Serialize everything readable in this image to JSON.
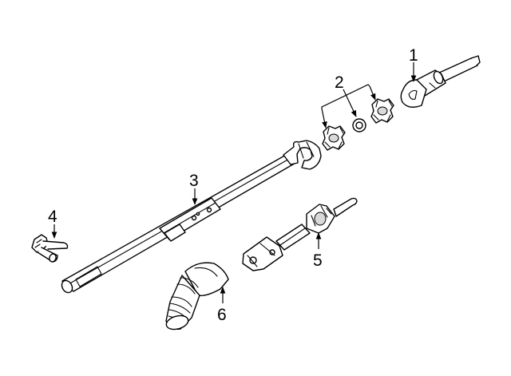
{
  "diagram": {
    "callouts": [
      {
        "id": "c1",
        "label": "1"
      },
      {
        "id": "c2",
        "label": "2"
      },
      {
        "id": "c3",
        "label": "3"
      },
      {
        "id": "c4",
        "label": "4"
      },
      {
        "id": "c5",
        "label": "5"
      },
      {
        "id": "c6",
        "label": "6"
      }
    ],
    "colors": {
      "line": "#000000",
      "fill": "#ffffff",
      "shade": "#d9d9d9"
    }
  }
}
